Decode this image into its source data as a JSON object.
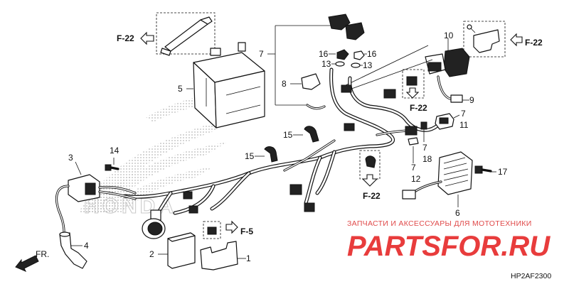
{
  "diagram": {
    "code": "HP2AF2300",
    "front_marker": "FR.",
    "references": {
      "battery_holder": "F-22",
      "bracket_right": "F-22",
      "relay_below": "F-22",
      "clamp_below": "F-22",
      "ground_bolt": "F-5"
    },
    "callouts": {
      "c1": "1",
      "c2": "2",
      "c3": "3",
      "c4": "4",
      "c5": "5",
      "c6": "6",
      "c7a": "7",
      "c7b": "7",
      "c7c": "7",
      "c8": "8",
      "c9": "9",
      "c10": "10",
      "c11": "11",
      "c12": "12",
      "c13a": "13",
      "c13b": "13",
      "c14": "14",
      "c15a": "15",
      "c15b": "15",
      "c16a": "16",
      "c16b": "16",
      "c17": "17",
      "c18": "18"
    }
  },
  "watermark": {
    "caption": "ЗАПЧАСТИ И АКСЕССУАРЫ ДЛЯ МОТОТЕХНИКИ",
    "logo": "PARTSFOR.RU",
    "brand": "HONDA",
    "color": "#e83c3c"
  }
}
